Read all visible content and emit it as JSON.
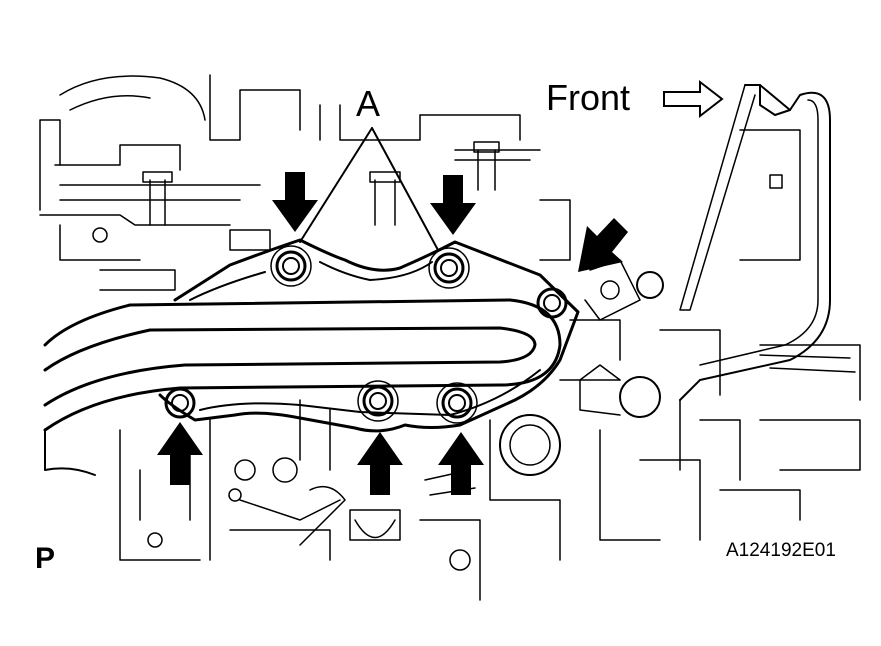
{
  "diagram": {
    "label_a": "A",
    "label_front": "Front",
    "label_view": "P",
    "figure_code": "A124192E01",
    "stroke_color": "#000000",
    "background_color": "#ffffff",
    "front_arrow_icon": "outline-arrow-right-icon",
    "bolt_arrow_icon": "solid-arrow-icon",
    "bolt_count": 6
  }
}
